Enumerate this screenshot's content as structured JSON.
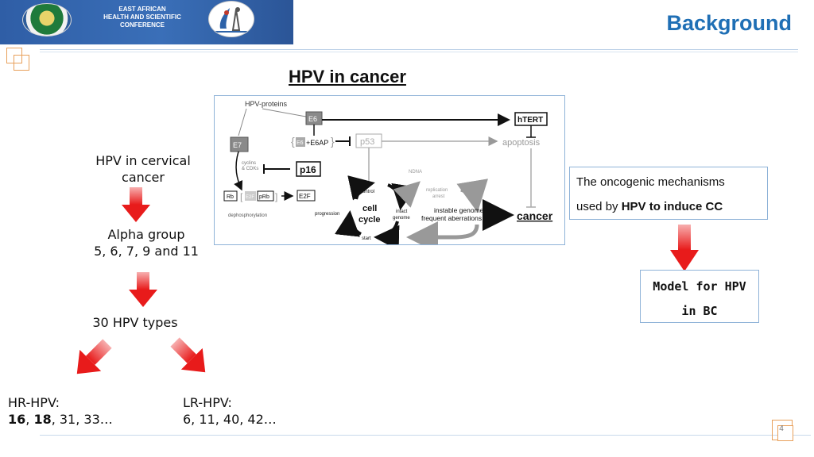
{
  "header": {
    "conference_line1": "EAST AFRICAN",
    "conference_line2": "HEALTH AND SCIENTIFIC CONFERENCE",
    "section": "Background"
  },
  "slide": {
    "title": "HPV  in cancer",
    "page_number": "4"
  },
  "flow": {
    "cervical_line1": "HPV in cervical",
    "cervical_line2": "cancer",
    "alpha_line1": "Alpha group",
    "alpha_line2": "5, 6, 7, 9 and 11",
    "types": "30 HPV types",
    "hr_label": "HR-HPV:",
    "hr_b1": "16",
    "hr_sep1": ", ",
    "hr_b2": "18",
    "hr_rest": ", 31, 33…",
    "lr_label": "LR-HPV:",
    "lr_values": "6, 11, 40, 42…"
  },
  "oncogenic_box": {
    "line1": "The oncogenic mechanisms",
    "line2_prefix": "used by ",
    "line2_bold": "HPV to induce CC"
  },
  "model_box": {
    "line1": "Model for HPV",
    "line2": "in BC"
  },
  "diagram": {
    "hpv_proteins": "HPV-proteins",
    "e6": "E6",
    "e7": "E7",
    "htert": "hTERT",
    "e6_small": "E6",
    "e6ap": "+E6AP",
    "p53": "p53",
    "apoptosis": "apoptosis",
    "cyclins_1": "cyclins",
    "cyclins_2": "& CDKs",
    "p16": "p16",
    "rb": "Rb",
    "e2f_small": "E2F",
    "prb": "pRb",
    "e2f": "E2F",
    "dephos": "dephosphorylation",
    "control": "control",
    "progression": "progression",
    "cell": "cell",
    "cycle": "cycle",
    "start": "start",
    "intact_1": "intact",
    "intact_2": "genome",
    "ndna": "NDNA",
    "replication_1": "replication",
    "replication_2": "arrest",
    "instable_1": "instable genome,",
    "instable_2": "frequent aberrations",
    "cancer": "cancer"
  },
  "colors": {
    "accent_blue": "#1f6fb5",
    "arrow_red": "#e81b1b",
    "box_border": "#8fb3d8",
    "square_orange": "#e8a05b"
  }
}
